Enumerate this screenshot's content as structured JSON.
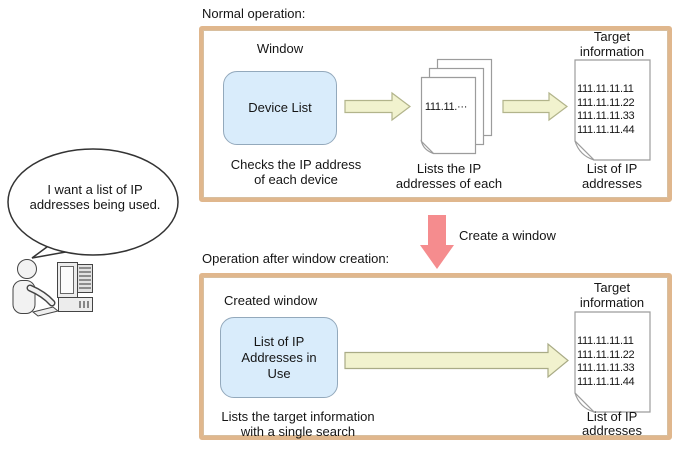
{
  "person": {
    "speech_line1": "I want a list of IP",
    "speech_line2": "addresses being used."
  },
  "normal_section": {
    "title": "Normal operation:",
    "window_label": "Window",
    "window_button": "Device List",
    "step1_caption_line1": "Checks the IP address",
    "step1_caption_line2": "of each device",
    "pages_text": "111.11.···",
    "step2_caption_line1": "Lists the IP",
    "step2_caption_line2": "addresses of each",
    "target_label_line1": "Target",
    "target_label_line2": "information",
    "target_ips": [
      "111.11.11.11",
      "111.11.11.22",
      "111.11.11.33",
      "111.11.11.44"
    ],
    "target_caption_line1": "List of IP",
    "target_caption_line2": "addresses"
  },
  "transition": {
    "label": "Create a window"
  },
  "after_section": {
    "title": "Operation after window creation:",
    "window_label": "Created window",
    "window_button_line1": "List of IP",
    "window_button_line2": "Addresses in",
    "window_button_line3": "Use",
    "caption_line1": "Lists the target information",
    "caption_line2": "with a single search",
    "target_label_line1": "Target",
    "target_label_line2": "information",
    "target_ips": [
      "111.11.11.11",
      "111.11.11.22",
      "111.11.11.33",
      "111.11.11.44"
    ],
    "target_caption_line1": "List of IP",
    "target_caption_line2": "addresses"
  },
  "colors": {
    "frame_border": "#e0b78d",
    "window_button_fill": "#d9ecfb",
    "flow_arrow_fill": "#f1f2ce",
    "flow_arrow_stroke": "#b2b48b",
    "create_arrow_fill": "#f58c8e",
    "document_stroke": "#9c9c9c"
  }
}
